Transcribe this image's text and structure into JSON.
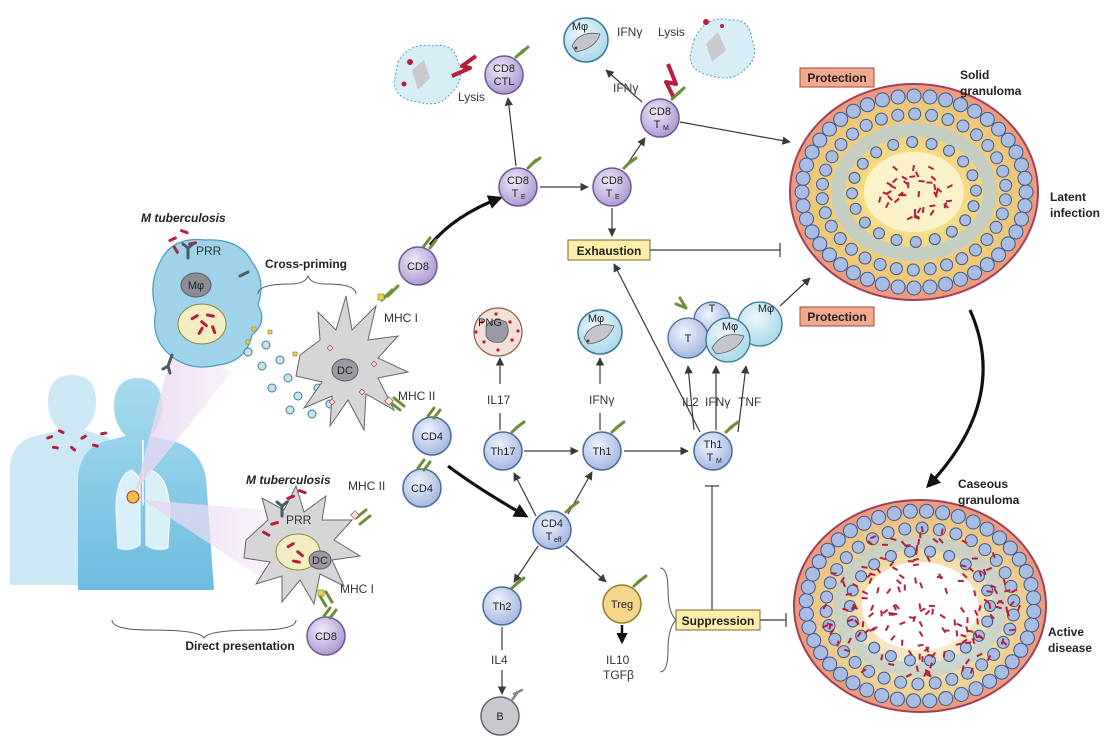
{
  "labels": {
    "m_tb_top": "M tuberculosis",
    "m_tb_bottom": "M tuberculosis",
    "prr_top": "PRR",
    "prr_bottom": "PRR",
    "mphi": "Mφ",
    "dc": "DC",
    "cross_priming": "Cross-priming",
    "direct_presentation": "Direct presentation",
    "mhc_i_top": "MHC I",
    "mhc_ii_top": "MHC II",
    "mhc_ii_bottom": "MHC II",
    "mhc_i_bottom": "MHC I",
    "lysis_left": "Lysis",
    "lysis_right": "Lysis",
    "ifng_top": "IFNγ",
    "ifng_arrow": "IFNγ",
    "ifng_mid": "IFNγ",
    "ifng_th1": "IFNγ",
    "il17": "IL17",
    "il2": "IL2",
    "tnf": "TNF",
    "il4": "IL4",
    "il10": "IL10",
    "tgfb": "TGFβ",
    "png": "PNG",
    "solid_granuloma": "Solid granuloma",
    "latent_infection": "Latent infection",
    "caseous_granuloma": "Caseous granuloma",
    "active_disease": "Active disease"
  },
  "cells": {
    "cd8_ctl": [
      "CD8",
      "CTL"
    ],
    "cd8_te": [
      "CD8",
      "T"
    ],
    "cd8_te_sub": "E",
    "cd8_te2": [
      "CD8",
      "T"
    ],
    "cd8_te2_sub": "E",
    "cd8_tm": [
      "CD8",
      "T"
    ],
    "cd8_tm_sub": "M",
    "cd8_left": "CD8",
    "cd4_left": "CD4",
    "cd4_lower": "CD4",
    "cd8_bottom": "CD8",
    "cd4_teff": "CD4",
    "cd4_teff_sub": "eff",
    "th17": "Th17",
    "th1": "Th1",
    "th1_tm": [
      "Th1",
      "T"
    ],
    "th1_tm_sub": "M",
    "th2": "Th2",
    "treg": "Treg",
    "b": "B",
    "t1": "T",
    "t2": "T",
    "mphi_cluster1": "Mφ",
    "mphi_cluster2": "Mφ",
    "mphi_mid": "Mφ",
    "mphi_top": "Mφ"
  },
  "boxes": {
    "protection_top": "Protection",
    "protection_mid": "Protection",
    "exhaustion": "Exhaustion",
    "suppression": "Suppression"
  },
  "colors": {
    "cd8": "#b9a6d6",
    "cd4": "#a9bce3",
    "macrophage": "#bfe2ef",
    "dc": "#d4d4d4",
    "treg": "#f6d68a",
    "png": "#f3e0d6",
    "protection": "#f2a98f",
    "exhaustion": "#fbeeaa",
    "suppression": "#fbeeaa",
    "bacteria": "#b51f3c",
    "receptor": "#6c8e3a",
    "human": "#8fcde4"
  }
}
